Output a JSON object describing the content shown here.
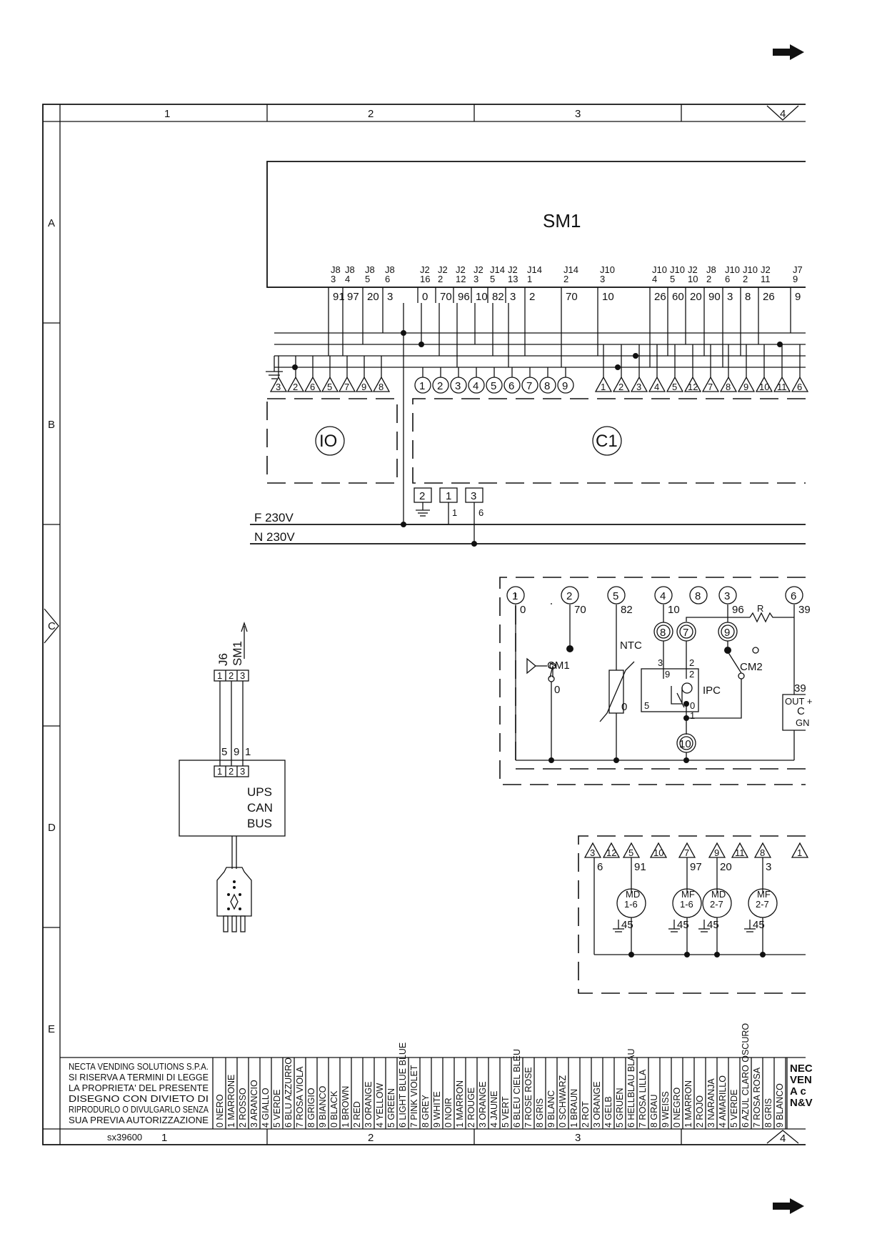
{
  "frame": {
    "columns": [
      "1",
      "2",
      "3",
      "4"
    ],
    "rows": [
      "A",
      "B",
      "C",
      "D",
      "E"
    ],
    "drawing_number": "sx39600"
  },
  "board": {
    "name": "SM1",
    "pins": [
      {
        "connector": "J8",
        "pin": "3",
        "wire": "91"
      },
      {
        "connector": "J8",
        "pin": "4",
        "wire": "97"
      },
      {
        "connector": "J8",
        "pin": "5",
        "wire": "20"
      },
      {
        "connector": "J8",
        "pin": "6",
        "wire": "3"
      },
      {
        "connector": "J2",
        "pin": "16",
        "wire": "0"
      },
      {
        "connector": "J2",
        "pin": "2",
        "wire": "70"
      },
      {
        "connector": "J2",
        "pin": "12",
        "wire": "96"
      },
      {
        "connector": "J2",
        "pin": "3",
        "wire": "10"
      },
      {
        "connector": "J14",
        "pin": "5",
        "wire": "82"
      },
      {
        "connector": "J2",
        "pin": "13",
        "wire": "3"
      },
      {
        "connector": "J14",
        "pin": "1",
        "wire": "2"
      },
      {
        "connector": "J14",
        "pin": "2",
        "wire": "70"
      },
      {
        "connector": "J10",
        "pin": "3",
        "wire": "10"
      },
      {
        "connector": "J10",
        "pin": "4",
        "wire": "26"
      },
      {
        "connector": "J10",
        "pin": "5",
        "wire": "60"
      },
      {
        "connector": "J2",
        "pin": "10",
        "wire": "20"
      },
      {
        "connector": "J8",
        "pin": "2",
        "wire": "90"
      },
      {
        "connector": "J10",
        "pin": "6",
        "wire": "3"
      },
      {
        "connector": "J10",
        "pin": "2",
        "wire": "8"
      },
      {
        "connector": "J2",
        "pin": "11",
        "wire": "26"
      },
      {
        "connector": "J7",
        "pin": "9",
        "wire": "9"
      }
    ]
  },
  "terminals": {
    "io_triangles": [
      "3",
      "2",
      "6",
      "5",
      "7",
      "9",
      "8"
    ],
    "c1_circles": [
      "1",
      "2",
      "3",
      "4",
      "5",
      "6",
      "7",
      "8",
      "9"
    ],
    "c1_triangles": [
      "1",
      "2",
      "3",
      "4",
      "5",
      "12",
      "7",
      "8",
      "9",
      "10",
      "11",
      "6"
    ]
  },
  "blocks": {
    "io": "IO",
    "c1": "C1"
  },
  "power": {
    "terminals": [
      {
        "label": "2",
        "wire": ""
      },
      {
        "label": "1",
        "wire": "1"
      },
      {
        "label": "3",
        "wire": "6"
      }
    ],
    "lines": [
      "F 230V",
      "N 230V"
    ]
  },
  "c1_detail": {
    "terminals": [
      {
        "n": "1",
        "wire": "0"
      },
      {
        "n": "2",
        "wire": "70"
      },
      {
        "n": "5",
        "wire": "82"
      },
      {
        "n": "4",
        "wire": "10"
      },
      {
        "n": "8",
        "wire": ""
      },
      {
        "n": "3",
        "wire": "96"
      },
      {
        "n": "6",
        "wire": "39"
      }
    ],
    "labels": {
      "cm1": "CM1",
      "cm1_wire": "0",
      "ntc": "NTC",
      "ntc_wire": "0",
      "ipc": "IPC",
      "cm2": "CM2",
      "resistor": "R",
      "ipc_pins": [
        "9",
        "2",
        "3",
        "2",
        "5",
        "0",
        "1"
      ],
      "inner_circles": [
        "8",
        "7",
        "9",
        "10"
      ],
      "cut_block": [
        "39",
        "OUT +",
        "C",
        "GN"
      ]
    }
  },
  "ups": {
    "connector_ref": [
      "J6",
      "SM1"
    ],
    "top_pins": [
      "1",
      "2",
      "3"
    ],
    "wires": [
      "5",
      "9",
      "1"
    ],
    "bottom_pins": [
      "1",
      "2",
      "3"
    ],
    "label": [
      "UPS",
      "CAN",
      "BUS"
    ]
  },
  "motors": {
    "triangles": [
      "3",
      "12",
      "5",
      "10",
      "7",
      "9",
      "11",
      "8",
      "1"
    ],
    "wires": [
      "6",
      "91",
      "97",
      "20",
      "3"
    ],
    "items": [
      {
        "line1": "MD",
        "line2": "1-6",
        "earth": "45"
      },
      {
        "line1": "MF",
        "line2": "1-6",
        "earth": "45"
      },
      {
        "line1": "MD",
        "line2": "2-7",
        "earth": "45"
      },
      {
        "line1": "MF",
        "line2": "2-7",
        "earth": "45"
      }
    ]
  },
  "title_block": {
    "lines": [
      "NECTA VENDING SOLUTIONS S.P.A.",
      "SI RISERVA A TERMINI DI LEGGE",
      "LA PROPRIETA' DEL PRESENTE",
      "DISEGNO CON DIVIETO DI",
      "RIPRODURLO O DIVULGARLO SENZA",
      "SUA PREVIA AUTORIZZAZIONE"
    ],
    "company_cut": [
      "NEC",
      "VEN",
      "A c",
      "N&V"
    ]
  },
  "color_legend": [
    "0 NERO",
    "1 MARRONE",
    "2 ROSSO",
    "3 ARANCIO",
    "4 GIALLO",
    "5 VERDE",
    "6 BLU AZZURRO",
    "7 ROSA VIOLA",
    "8 GRIGIO",
    "9 BIANCO",
    "0 BLACK",
    "1 BROWN",
    "2 RED",
    "3 ORANGE",
    "4 YELLOW",
    "5 GREEN",
    "6 LIGHT BLUE BLUE",
    "7 PINK VIOLET",
    "8 GREY",
    "9 WHITE",
    "0 NOIR",
    "1 MARRON",
    "2 ROUGE",
    "3 ORANGE",
    "4 JAUNE",
    "5 VERT",
    "6 BLEU CIEL BLEU",
    "7 ROSE ROSE",
    "8 GRIS",
    "9 BLANC",
    "0 SCHWARZ",
    "1 BRAUN",
    "2 ROT",
    "3 ORANGE",
    "4 GELB",
    "5 GRUEN",
    "6 HELLBLAU BLAU",
    "7 ROSA LILLA",
    "8 GRAU",
    "9 WEISS",
    "0 NEGRO",
    "1 MARRON",
    "2 ROJO",
    "3 NARANJA",
    "4 AMARILLO",
    "5 VERDE",
    "6 AZUL CLARO OSCURO",
    "7 ROSA ROSA",
    "8 GRIS",
    "9 BLANCO"
  ]
}
